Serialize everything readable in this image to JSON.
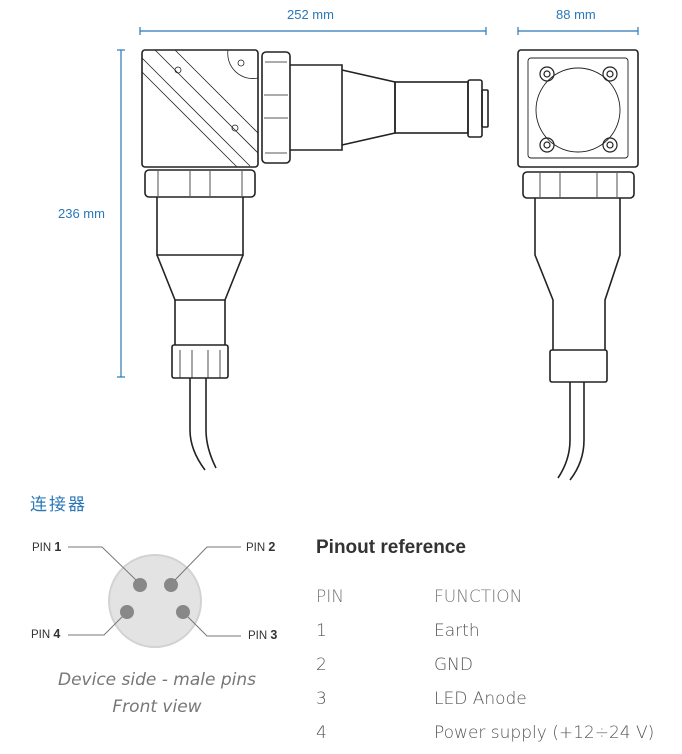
{
  "dimensions": {
    "width": "252 mm",
    "depth": "88 mm",
    "height": "236 mm"
  },
  "connector": {
    "title": "连接器",
    "pins": [
      {
        "prefix": "PIN ",
        "num": "1"
      },
      {
        "prefix": "PIN ",
        "num": "2"
      },
      {
        "prefix": "PIN ",
        "num": "3"
      },
      {
        "prefix": "PIN ",
        "num": "4"
      }
    ],
    "caption_line1": "Device side - male pins",
    "caption_line2": "Front view"
  },
  "pinout": {
    "title": "Pinout reference",
    "headers": {
      "pin": "PIN",
      "function": "FUNCTION"
    },
    "rows": [
      {
        "pin": "1",
        "function": "Earth"
      },
      {
        "pin": "2",
        "function": "GND"
      },
      {
        "pin": "3",
        "function": "LED Anode"
      },
      {
        "pin": "4",
        "function": "Power supply (+12÷24 V)"
      }
    ]
  },
  "colors": {
    "accent": "#2a78b8",
    "line": "#222222"
  }
}
